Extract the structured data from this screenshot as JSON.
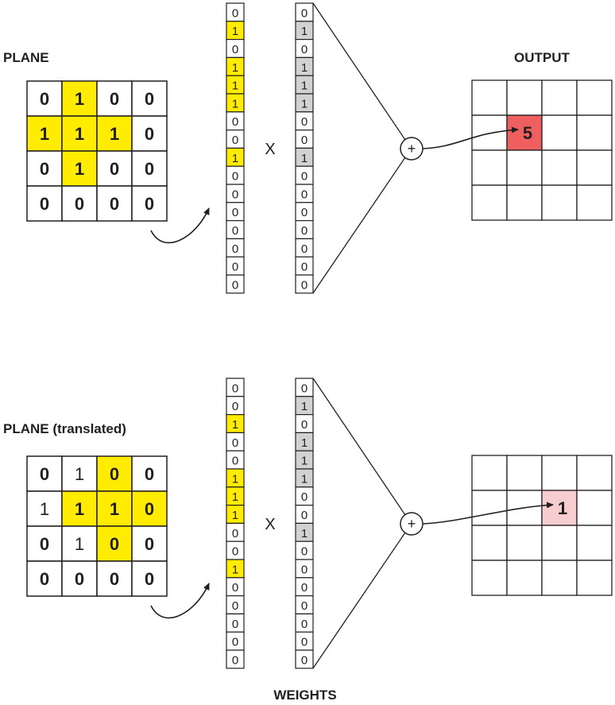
{
  "labels": {
    "plane": "PLANE",
    "plane_translated": "PLANE (translated)",
    "output": "OUTPUT",
    "weights": "WEIGHTS",
    "multiply": "X",
    "sum": "+"
  },
  "colors": {
    "highlight": "#ffec00",
    "weight_cell": "#d1d2d4",
    "output_strong": "#ef5f5f",
    "output_light": "#f8cdd0",
    "stroke": "#231f20",
    "background": "#ffffff"
  },
  "panels": [
    {
      "name": "original",
      "plane": [
        [
          "0",
          "1",
          "0",
          "0"
        ],
        [
          "1",
          "1",
          "1",
          "0"
        ],
        [
          "0",
          "1",
          "0",
          "0"
        ],
        [
          "0",
          "0",
          "0",
          "0"
        ]
      ],
      "plane_highlight": [
        [
          false,
          true,
          false,
          false
        ],
        [
          true,
          true,
          true,
          false
        ],
        [
          false,
          true,
          false,
          false
        ],
        [
          false,
          false,
          false,
          false
        ]
      ],
      "plane_bold": [
        [
          true,
          true,
          true,
          true
        ],
        [
          true,
          true,
          true,
          true
        ],
        [
          true,
          true,
          true,
          true
        ],
        [
          true,
          true,
          true,
          true
        ]
      ],
      "input_vector": [
        "0",
        "1",
        "0",
        "1",
        "1",
        "1",
        "0",
        "0",
        "1",
        "0",
        "0",
        "0",
        "0",
        "0",
        "0",
        "0"
      ],
      "input_highlight": [
        false,
        true,
        false,
        true,
        true,
        true,
        false,
        false,
        true,
        false,
        false,
        false,
        false,
        false,
        false,
        false
      ],
      "weights_vector": [
        "0",
        "1",
        "0",
        "1",
        "1",
        "1",
        "0",
        "0",
        "1",
        "0",
        "0",
        "0",
        "0",
        "0",
        "0",
        "0"
      ],
      "output_value": "5",
      "output_cell": [
        1,
        1
      ],
      "output_style": "strong"
    },
    {
      "name": "translated",
      "plane": [
        [
          "0",
          "1",
          "0",
          "0"
        ],
        [
          "1",
          "1",
          "1",
          "0"
        ],
        [
          "0",
          "1",
          "0",
          "0"
        ],
        [
          "0",
          "0",
          "0",
          "0"
        ]
      ],
      "plane_highlight": [
        [
          false,
          false,
          true,
          false
        ],
        [
          false,
          true,
          true,
          true
        ],
        [
          false,
          false,
          true,
          false
        ],
        [
          false,
          false,
          false,
          false
        ]
      ],
      "plane_bold": [
        [
          true,
          false,
          true,
          true
        ],
        [
          false,
          true,
          true,
          true
        ],
        [
          true,
          false,
          true,
          true
        ],
        [
          true,
          true,
          true,
          true
        ]
      ],
      "input_vector": [
        "0",
        "0",
        "1",
        "0",
        "0",
        "1",
        "1",
        "1",
        "0",
        "0",
        "1",
        "0",
        "0",
        "0",
        "0",
        "0"
      ],
      "input_highlight": [
        false,
        false,
        true,
        false,
        false,
        true,
        true,
        true,
        false,
        false,
        true,
        false,
        false,
        false,
        false,
        false
      ],
      "weights_vector": [
        "0",
        "1",
        "0",
        "1",
        "1",
        "1",
        "0",
        "0",
        "1",
        "0",
        "0",
        "0",
        "0",
        "0",
        "0",
        "0"
      ],
      "output_value": "1",
      "output_cell": [
        1,
        2
      ],
      "output_style": "light"
    }
  ]
}
